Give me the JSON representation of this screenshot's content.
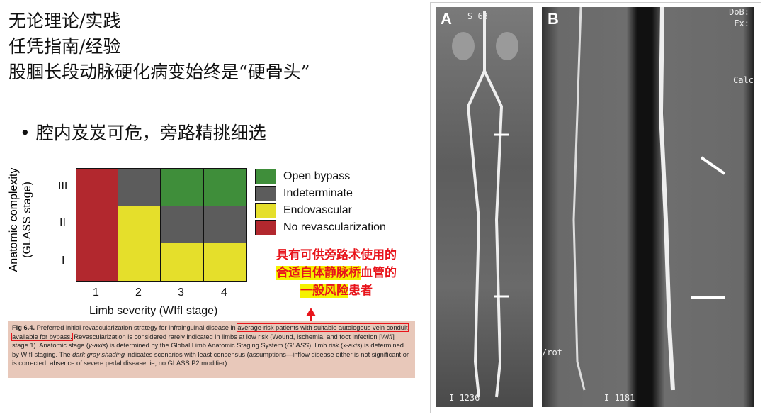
{
  "title_lines": [
    "无论理论/实践",
    "任凭指南/经验",
    "股腘长段动脉硬化病变始终是“硬骨头”"
  ],
  "bullet": "腔内岌岌可危，旁路精挑细选",
  "chart": {
    "ylabel_1": "Anatomic complexity",
    "ylabel_2": "(GLASS stage)",
    "xlabel": "Limb severity (WIfI stage)",
    "y_ticks": [
      "III",
      "II",
      "I"
    ],
    "x_ticks": [
      "1",
      "2",
      "3",
      "4"
    ],
    "grid": [
      [
        "red",
        "gray",
        "green",
        "green"
      ],
      [
        "red",
        "yellow",
        "gray",
        "gray"
      ],
      [
        "red",
        "yellow",
        "yellow",
        "yellow"
      ]
    ],
    "colors": {
      "green": "#3f8e3a",
      "gray": "#5c5c5c",
      "yellow": "#e5df2b",
      "red": "#b2282e"
    },
    "legend": [
      {
        "label": "Open bypass",
        "color": "green"
      },
      {
        "label": "Indeterminate",
        "color": "gray"
      },
      {
        "label": "Endovascular",
        "color": "yellow"
      },
      {
        "label": "No revascularization",
        "color": "red"
      }
    ]
  },
  "note": {
    "l1": "具有可供旁路术使用的",
    "l2a": "合适自体静脉桥",
    "l2b": "血管的",
    "l3a": "一般风险",
    "l3b": "患者"
  },
  "caption": {
    "fig": "Fig 6.4.",
    "t1": " Preferred initial revascularization strategy for infrainguinal disease in ",
    "box": "average-risk patients with suitable autologous vein conduit available for bypass.",
    "t2": " Revascularization is considered rarely indicated in limbs at low risk (Wound, Ischemia, and foot Infection [",
    "wifi": "WIfI",
    "t3": "] stage 1). Anatomic stage (",
    "yaxis": "y-axis",
    "t4": ") is determined by the Global Limb Anatomic Staging System (",
    "glass": "GLASS",
    "t5": "); limb risk (",
    "xaxis": "x-axis",
    "t6": ") is determined by WIfI staging. The ",
    "dgs": "dark gray shading",
    "t7": " indicates scenarios with least consensus (assumptions—inflow disease either is not significant or is corrected; absence of severe pedal disease, ie, no GLASS P2 modifier)."
  },
  "images": {
    "a_label": "A",
    "a_top": "S 63",
    "a_bottom": "I 1236",
    "b_label": "B",
    "b_dob": "DoB:",
    "b_ex": "Ex:",
    "b_calc": "Calc",
    "b_rot": "/rot",
    "b_bottom": "I 1181"
  }
}
